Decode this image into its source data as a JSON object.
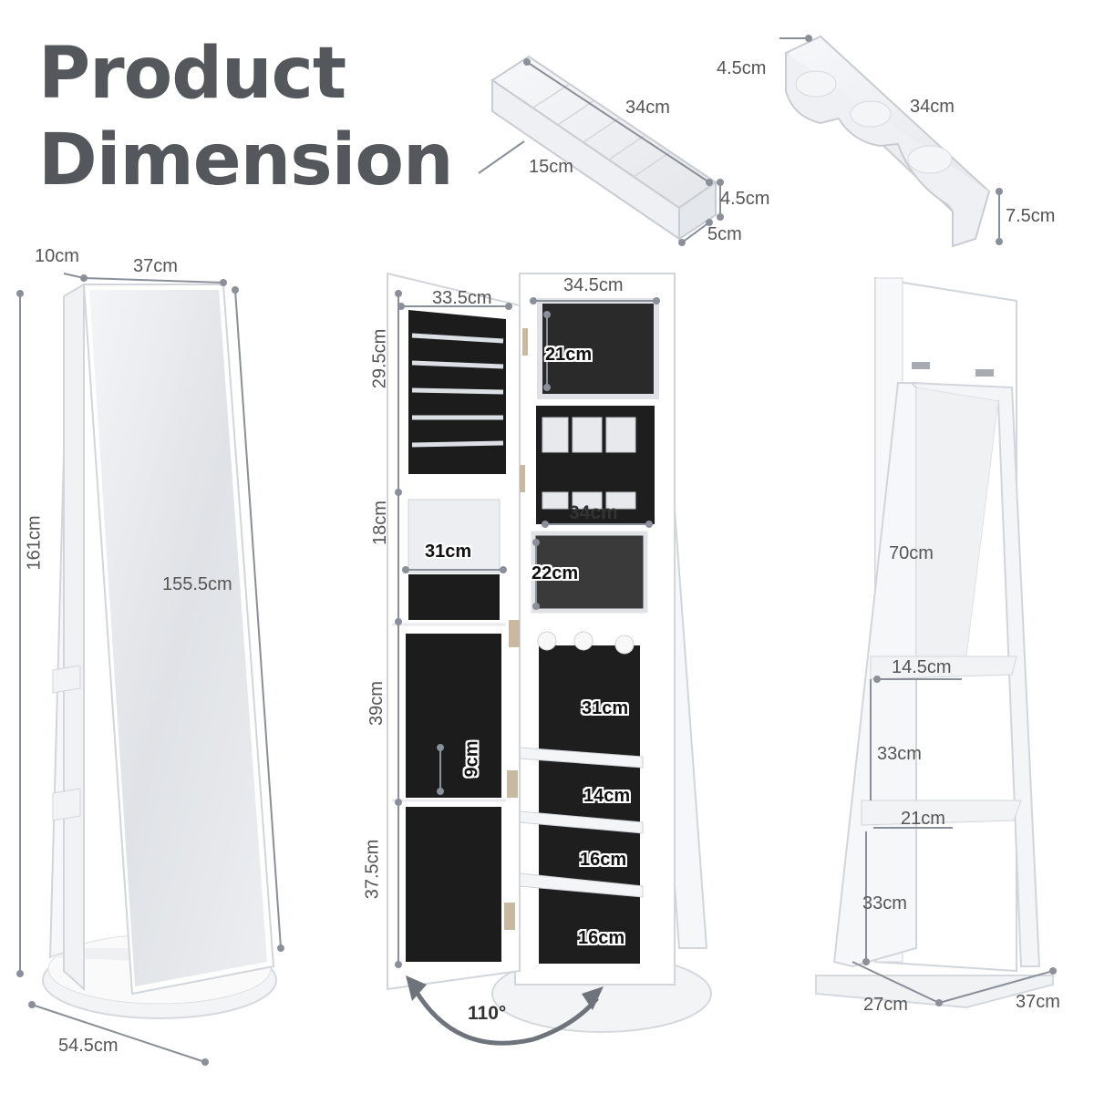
{
  "title": {
    "line1": "Product",
    "line2": "Dimension"
  },
  "tray_a": {
    "length": "34cm",
    "width": "15cm",
    "height": "4.5cm",
    "depth": "5cm"
  },
  "tray_b": {
    "top": "4.5cm",
    "length": "34cm",
    "height": "7.5cm"
  },
  "front_view": {
    "depth": "10cm",
    "width": "37cm",
    "height": "161cm",
    "mirror": "155.5cm",
    "base": "54.5cm"
  },
  "open_view": {
    "door_width": "33.5cm",
    "cabinet_width": "34.5cm",
    "h1": "29.5cm",
    "h2": "18cm",
    "h3": "39cm",
    "h4": "37.5cm",
    "small_mirror": "21cm",
    "shelf_width": "34cm",
    "door_mirror": "31cm",
    "inner_mirror": "22cm",
    "hook": "9cm",
    "back_panel": "31cm",
    "drawer1": "14cm",
    "drawer2": "16cm",
    "drawer3": "16cm",
    "rotation": "110°"
  },
  "back_view": {
    "panel": "70cm",
    "shelf": "14.5cm",
    "gap1": "33cm",
    "shelf2": "21cm",
    "gap2": "33cm",
    "depth": "27cm",
    "width": "37cm"
  },
  "colors": {
    "title": "#54575c",
    "frame": "#ffffff",
    "velvet": "#1e1e1e",
    "dimline": "#8a8f99"
  }
}
